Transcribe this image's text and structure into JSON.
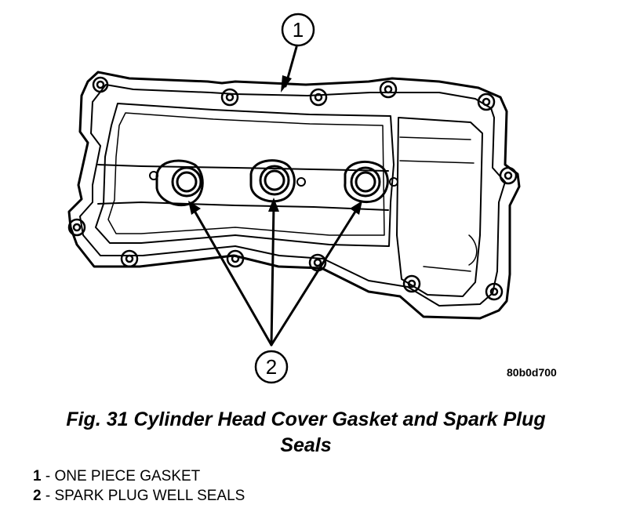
{
  "figure": {
    "callouts": [
      {
        "number": "1"
      },
      {
        "number": "2"
      }
    ],
    "ref_code": "80b0d700"
  },
  "caption": {
    "line1": "Fig. 31 Cylinder Head Cover Gasket and Spark Plug",
    "line2": "Seals"
  },
  "legend": [
    {
      "number": "1",
      "text": " - ONE PIECE GASKET"
    },
    {
      "number": "2",
      "text": " - SPARK PLUG WELL SEALS"
    }
  ]
}
